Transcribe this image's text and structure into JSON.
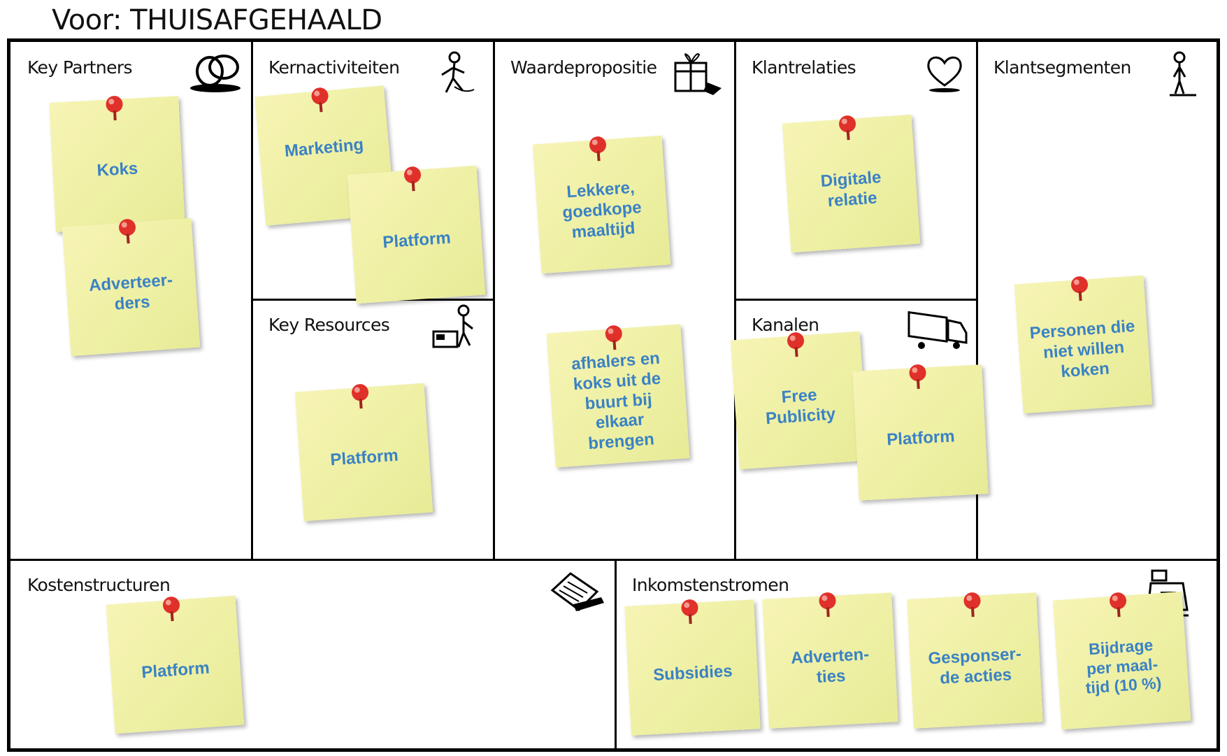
{
  "page_title": "Voor: THUISAFGEHAALD",
  "blocks": {
    "key_partners": {
      "title": "Key Partners",
      "icon": "rings-icon",
      "notes": [
        "Koks",
        "Adverteer-\nders"
      ]
    },
    "kernactiviteiten": {
      "title": "Kernactiviteiten",
      "icon": "worker-icon",
      "notes": [
        "Marketing",
        "Platform"
      ]
    },
    "key_resources": {
      "title": "Key Resources",
      "icon": "person-with-machine-icon",
      "notes": [
        "Platform"
      ]
    },
    "waardepropositie": {
      "title": "Waardepropositie",
      "icon": "gift-icon",
      "notes": [
        "Lekkere,\ngoedkope\nmaaltijd",
        "afhalers en\nkoks uit de\nbuurt bij elkaar\nbrengen"
      ]
    },
    "klantrelaties": {
      "title": "Klantrelaties",
      "icon": "heart-icon",
      "notes": [
        "Digitale\nrelatie"
      ]
    },
    "kanalen": {
      "title": "Kanalen",
      "icon": "truck-icon",
      "notes": [
        "Free\nPublicity",
        "Platform"
      ]
    },
    "klantsegmenten": {
      "title": "Klantsegmenten",
      "icon": "person-icon",
      "notes": [
        "Personen die\nniet willen\nkoken"
      ]
    },
    "kostenstructuren": {
      "title": "Kostenstructuren",
      "icon": "receipt-icon",
      "notes": [
        "Platform"
      ]
    },
    "inkomstenstromen": {
      "title": "Inkomstenstromen",
      "icon": "cash-register-icon",
      "notes": [
        "Subsidies",
        "Adverten-\nties",
        "Gesponser-\nde acties",
        "Bijdrage\nper maal-\ntijd (10 %)"
      ]
    }
  },
  "colors": {
    "note": "#eef0a4",
    "note_text": "#3a82c4",
    "pin": "#e0302a",
    "border": "#000000"
  }
}
